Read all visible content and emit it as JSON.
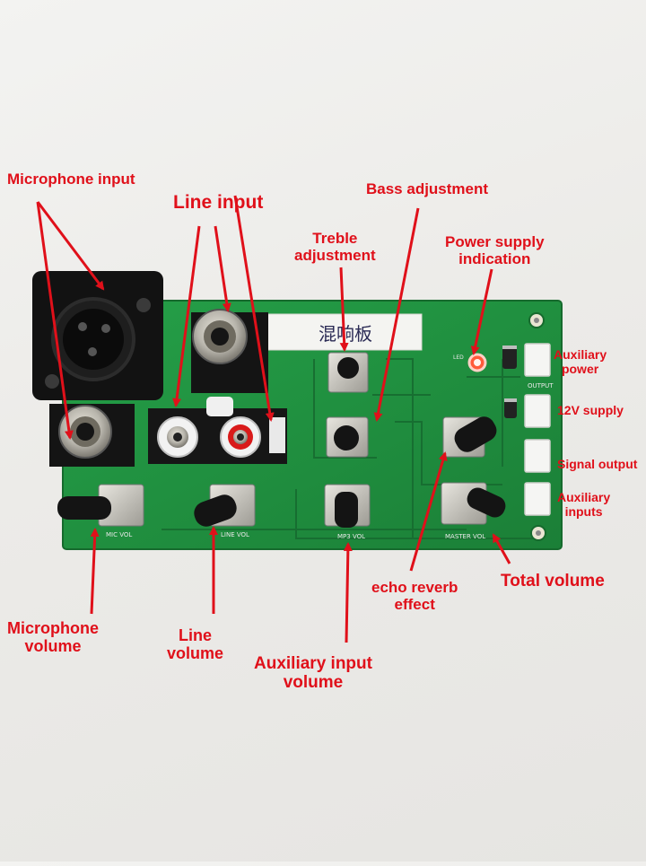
{
  "colors": {
    "background": "#eceae7",
    "pcb": "#1f8a3c",
    "annotation": "#e0101a",
    "jack_metal": "#b9b6ad",
    "knob": "#141414"
  },
  "board_sticker_text": "混响板",
  "labels": {
    "microphone_input": "Microphone input",
    "line_input": "Line input",
    "bass_adjustment": "Bass adjustment",
    "treble_adjustment_1": "Treble",
    "treble_adjustment_2": "adjustment",
    "power_supply_indication_1": "Power supply",
    "power_supply_indication_2": "indication",
    "auxiliary_power_1": "Auxiliary",
    "auxiliary_power_2": "power",
    "supply_12v": "12V supply",
    "signal_output": "Signal output",
    "auxiliary_inputs_1": "Auxiliary",
    "auxiliary_inputs_2": "inputs",
    "total_volume": "Total volume",
    "echo_reverb_effect_1": "echo reverb",
    "echo_reverb_effect_2": "effect",
    "microphone_volume_1": "Microphone",
    "microphone_volume_2": "volume",
    "line_volume_1": "Line",
    "line_volume_2": "volume",
    "auxiliary_input_volume_1": "Auxiliary input",
    "auxiliary_input_volume_2": "volume"
  },
  "silkscreen": {
    "mic_vol": "MIC VOL",
    "line_vol": "LINE VOL",
    "mp3_vol": "MP3 VOL",
    "master_vol": "MASTER VOL",
    "output": "OUTPUT",
    "led": "LED"
  }
}
